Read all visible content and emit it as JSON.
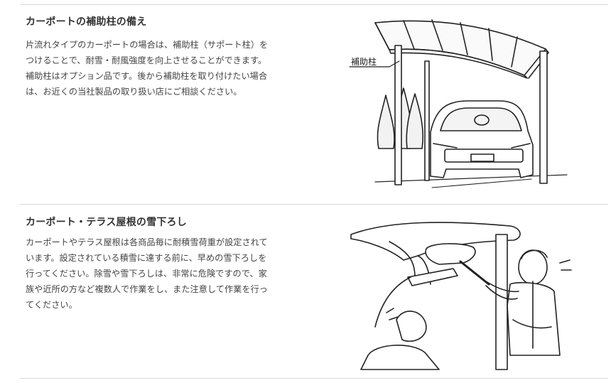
{
  "sections": [
    {
      "title": "カーポートの補助柱の備え",
      "lines": [
        "片流れタイプのカーポートの場合は、補助柱（サポート柱）を",
        "つけることで、耐雪・耐風強度を向上させることができます。",
        "補助柱はオプション品です。後から補助柱を取り付けたい場合",
        "は、お近くの当社製品の取り扱い店にご相談ください。"
      ],
      "illustration_label": "補助柱"
    },
    {
      "title": "カーポート・テラス屋根の雪下ろし",
      "lines": [
        "カーポートやテラス屋根は各商品毎に耐積雪荷重が設定されて",
        "います。設定されている積雪に達する前に、早めの雪下ろしを",
        "行ってください。除雪や雪下ろしは、非常に危険ですので、家",
        "族や近所の方など複数人で作業をし、また注意して作業を行っ",
        "てください。"
      ]
    }
  ]
}
